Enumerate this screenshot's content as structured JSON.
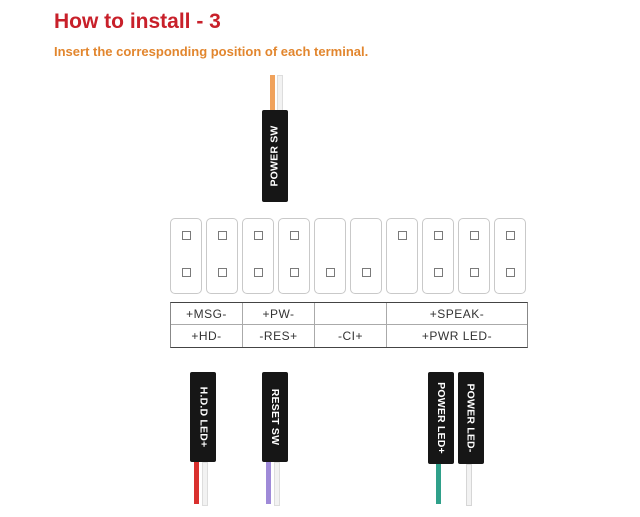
{
  "title": "How to install - 3",
  "subtitle": "Insert the corresponding position of each terminal.",
  "connectors": {
    "power_sw": "POWER SW",
    "hdd_led": "H.D.D LED+",
    "reset_sw": "RESET SW",
    "power_led_plus": "POWER LED+",
    "power_led_minus": "POWER LED-"
  },
  "pin_labels": {
    "row1": {
      "msg": "+MSG-",
      "pw": "+PW-",
      "speak": "+SPEAK-"
    },
    "row2": {
      "hd": "+HD-",
      "res": "-RES+",
      "ci": "-CI+",
      "pwr_led": "+PWR LED-"
    }
  },
  "colors": {
    "title": "#c8202a",
    "subtitle": "#e2862e",
    "power_sw_wire": "#f0a25c",
    "hdd_wire": "#d9302e",
    "reset_wire": "#9f8ad8",
    "power_led_plus_wire": "#2fa08a",
    "connector": "#161616"
  }
}
